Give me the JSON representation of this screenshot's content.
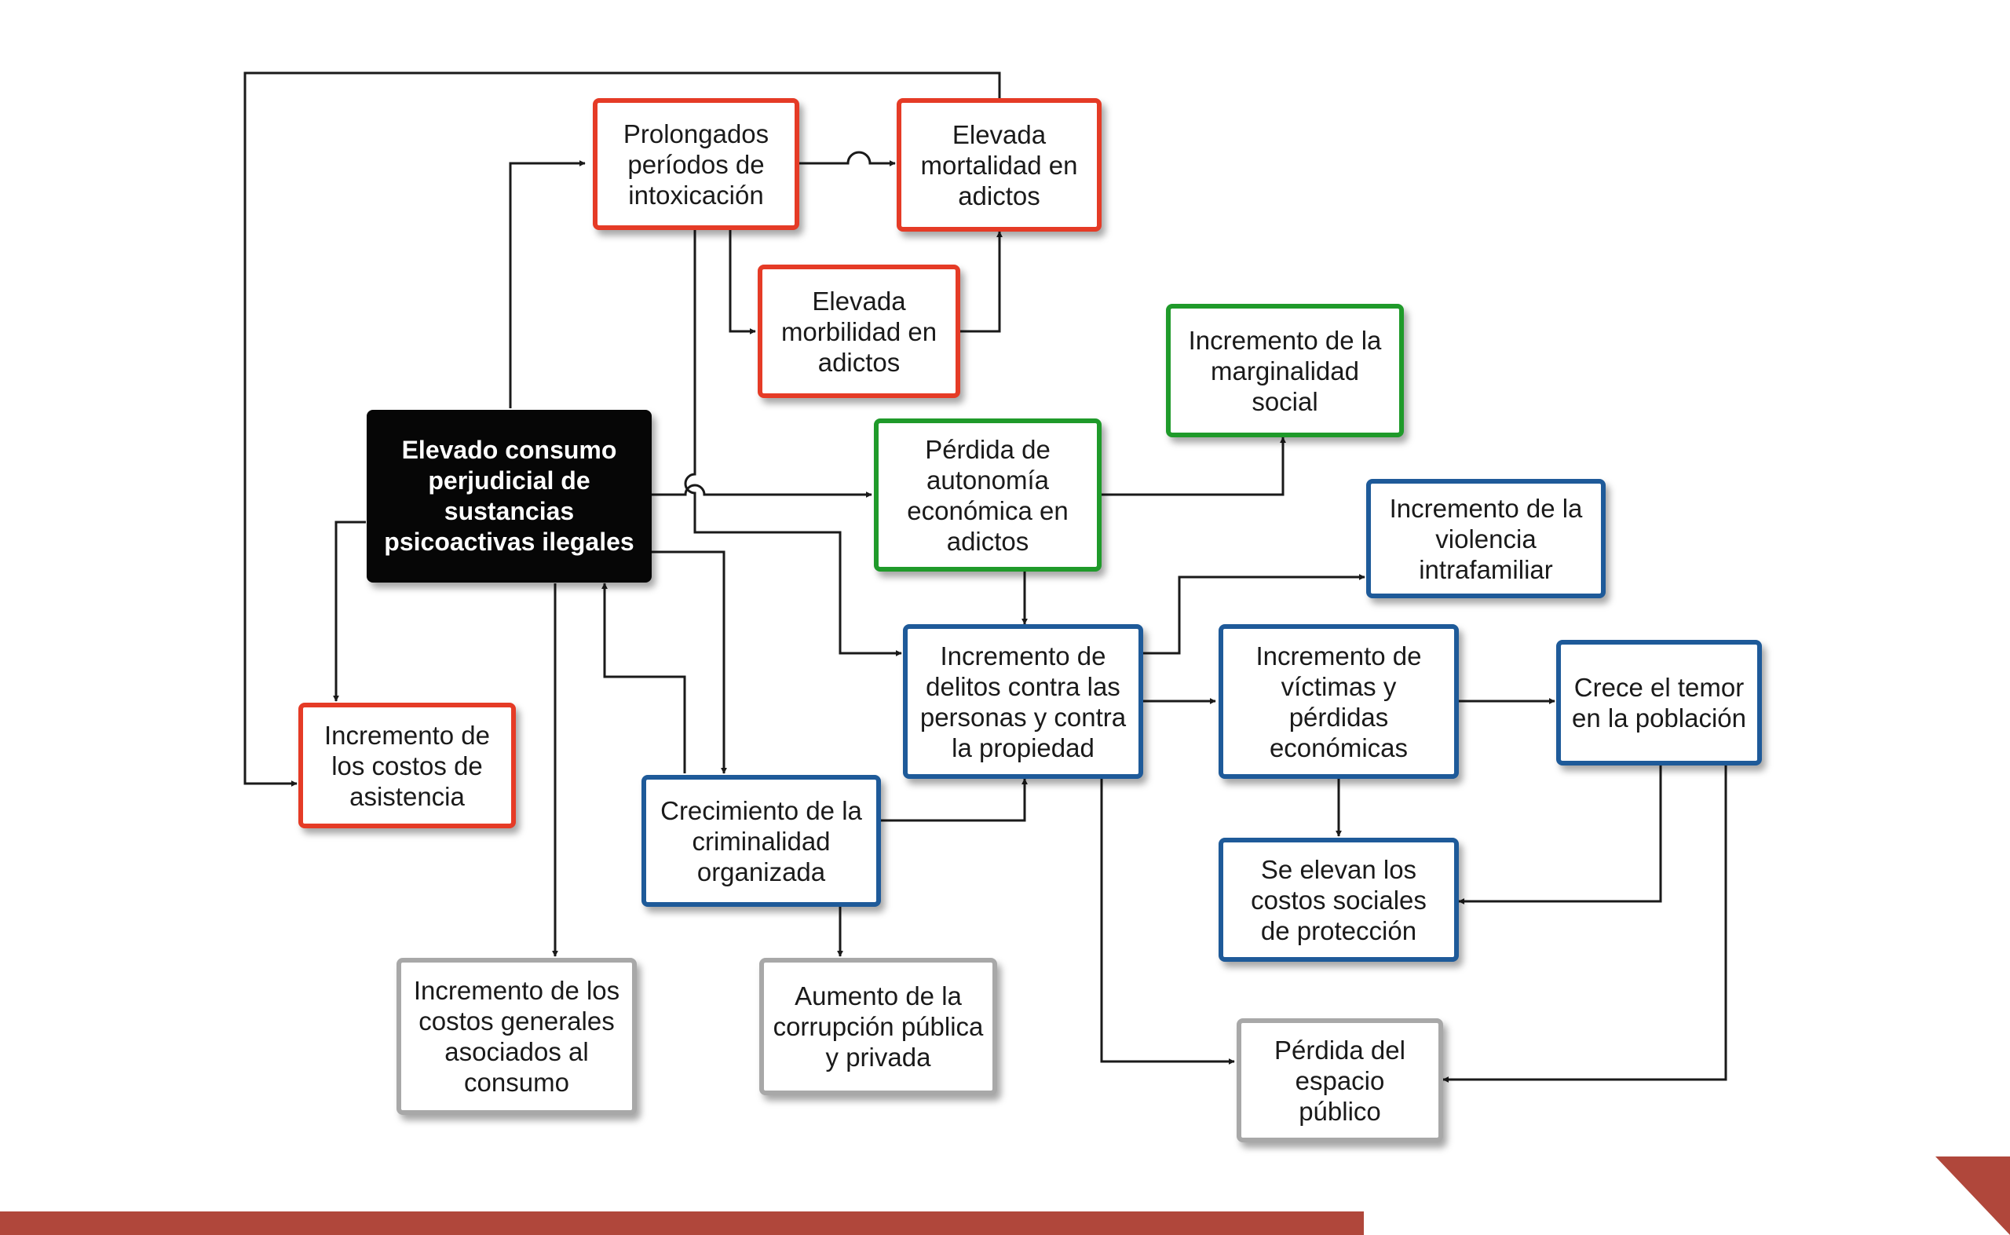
{
  "nodes": {
    "core": "Elevado consumo\nperjudicial de\nsustancias\npsicoactivas ilegales",
    "intoxication": "Prolongados\nperíodos de\nintoxicación",
    "mortality": "Elevada\nmortalidad en\nadictos",
    "morbidity": "Elevada\nmorbilidad en\nadictos",
    "marginality": "Incremento de la\nmarginalidad\nsocial",
    "autonomy": "Pérdida de\nautonomía\neconómica en\nadictos",
    "family_violence": "Incremento de la\nviolencia\nintrafamiliar",
    "crimes": "Incremento de\ndelitos contra las\npersonas y contra\nla propiedad",
    "victims": "Incremento de\nvíctimas y\npérdidas\neconómicas",
    "fear": "Crece el temor\nen la población",
    "care_costs": "Incremento de\nlos costos de\nasistencia",
    "organized_crime": "Crecimiento de la\ncriminalidad\norganizada",
    "protection_costs": "Se elevan los\ncostos sociales\nde protección",
    "general_costs": "Incremento de los\ncostos generales\nasociados al\nconsumo",
    "corruption": "Aumento de la\ncorrupción pública\ny privada",
    "public_space": "Pérdida del\nespacio\npúblico"
  },
  "colors": {
    "health_effects": "#e53b26",
    "economic_effects": "#1f9a2a",
    "security_effects": "#1e5a99",
    "general_costs": "#a8a8a8",
    "core_problem": "#060606",
    "footer_bar": "#b0473b"
  }
}
